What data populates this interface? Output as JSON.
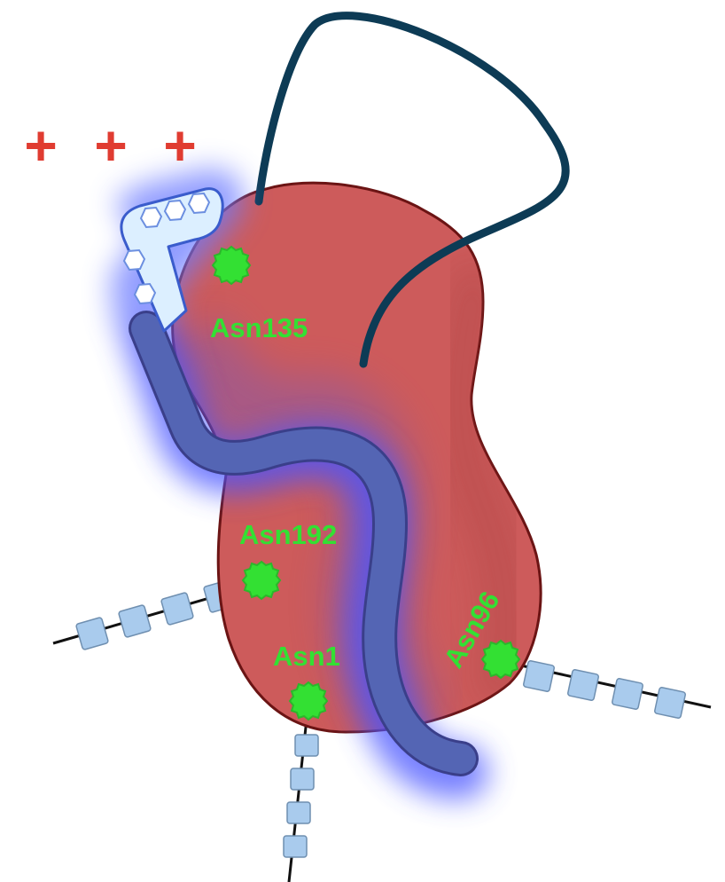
{
  "charges": [
    "+",
    "+",
    "+"
  ],
  "sites": [
    {
      "id": "asn135",
      "label": "Asn135"
    },
    {
      "id": "asn192",
      "label": "Asn192"
    },
    {
      "id": "asn1",
      "label": "Asn1"
    },
    {
      "id": "asn96",
      "label": "Asn96"
    }
  ],
  "colors": {
    "protein_body": "#cd5b5b",
    "protein_outline": "#6b1414",
    "helix_tail": "#5465b4",
    "helix_glow": "#4a55ff",
    "loop": "#0d3b55",
    "glycan_site": "#33e033",
    "glycan_chain": "#a9cbed",
    "charge": "#e03c31"
  }
}
